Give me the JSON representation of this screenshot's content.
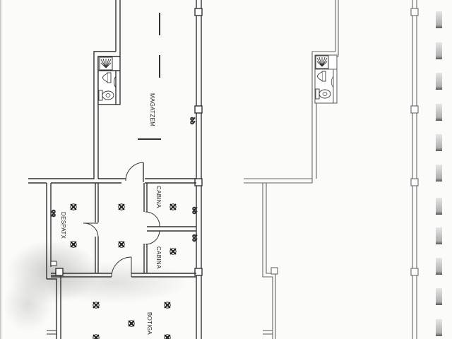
{
  "drawing": {
    "type": "architectural floor plan (scanned)",
    "background_color": "#fbfbfa",
    "line_color": "#3a3a3a",
    "left_plan": {
      "rooms": [
        {
          "id": "magatzem",
          "label": "MAGATZEM"
        },
        {
          "id": "despatx",
          "label": "DESPATX"
        },
        {
          "id": "cabina-1",
          "label": "CABINA"
        },
        {
          "id": "cabina-2",
          "label": "CABINA"
        },
        {
          "id": "botiga",
          "label": "BOTIGA"
        }
      ],
      "fixtures": [
        "shower",
        "washbasin",
        "toilet"
      ],
      "ceiling_lights": 11
    },
    "right_plan": {
      "rooms": [],
      "fixtures": [
        "shower",
        "washbasin",
        "toilet"
      ],
      "window_marks": 11
    }
  }
}
